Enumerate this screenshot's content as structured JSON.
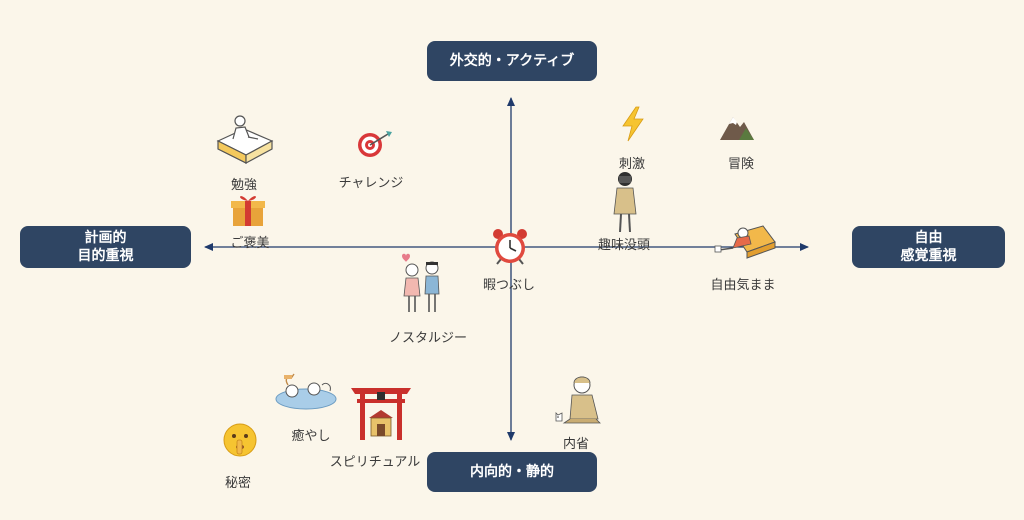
{
  "colors": {
    "background": "#fbf6ea",
    "pole_box": "#2f4563",
    "axis": "#1f3a6b",
    "label_text": "#3a3a3a"
  },
  "poles": {
    "top": "外交的・アクティブ",
    "bottom": "内向的・静的",
    "left_line1": "計画的",
    "left_line2": "目的重視",
    "right_line1": "自由",
    "right_line2": "感覚重視"
  },
  "items": {
    "benkyo": {
      "label": "勉強",
      "icon": "studying-person-on-books-icon"
    },
    "challenge": {
      "label": "チャレンジ",
      "icon": "dart-target-icon"
    },
    "gohoubi": {
      "label": "ご褒美",
      "icon": "gift-box-icon"
    },
    "shigeki": {
      "label": "刺激",
      "icon": "lightning-icon"
    },
    "bouken": {
      "label": "冒険",
      "icon": "mountain-icon"
    },
    "shumi": {
      "label": "趣味没頭",
      "icon": "person-with-camera-icon"
    },
    "himatsubushi": {
      "label": "暇つぶし",
      "icon": "alarm-clock-icon"
    },
    "jiyuukimama": {
      "label": "自由気まま",
      "icon": "person-lying-on-cushion-icon"
    },
    "nostalgia": {
      "label": "ノスタルジー",
      "icon": "two-children-icon"
    },
    "iyashi": {
      "label": "癒やし",
      "icon": "hot-spring-bathers-icon"
    },
    "spiritual": {
      "label": "スピリチュアル",
      "icon": "torii-shrine-icon"
    },
    "himitsu": {
      "label": "秘密",
      "icon": "shushing-face-icon"
    },
    "naisei": {
      "label": "内省",
      "icon": "sitting-person-with-cat-icon"
    }
  }
}
